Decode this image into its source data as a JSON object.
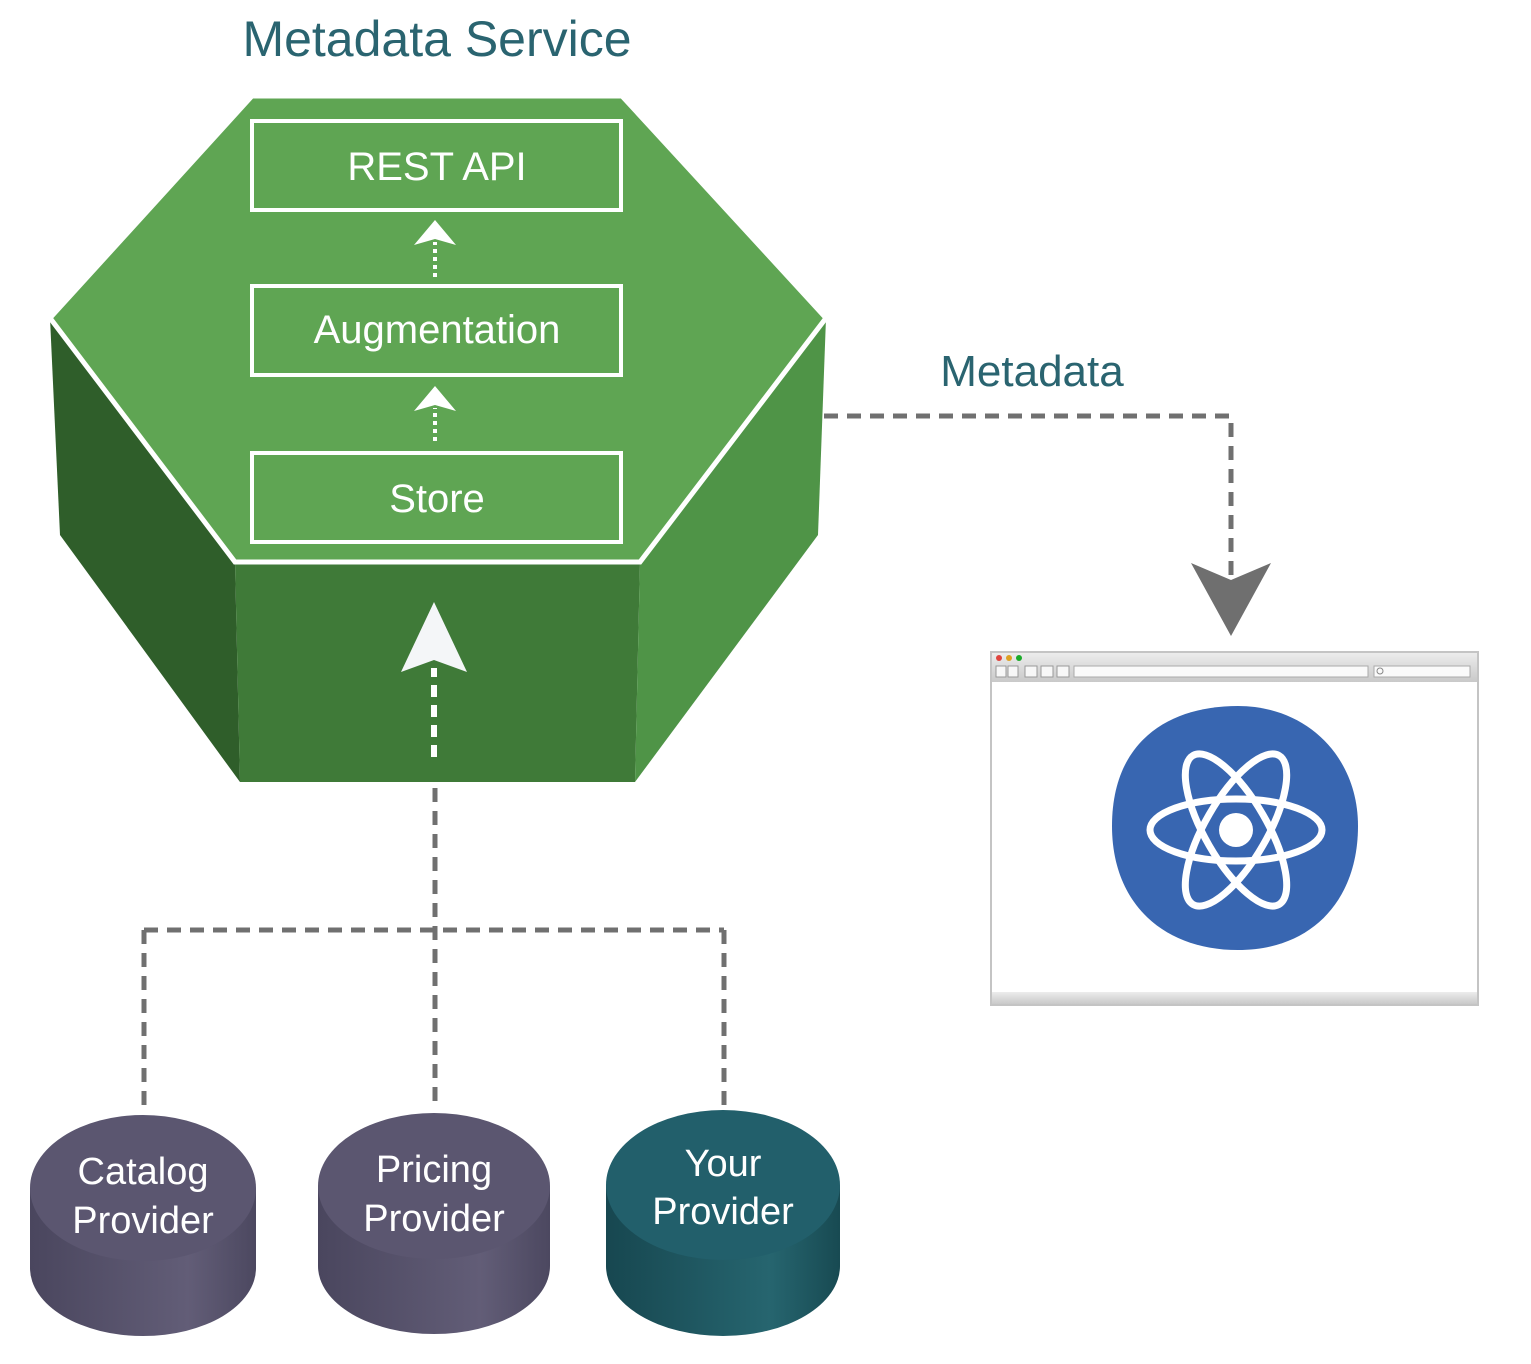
{
  "title": "Metadata Service",
  "layers": [
    {
      "label": "REST API"
    },
    {
      "label": "Augmentation"
    },
    {
      "label": "Store"
    }
  ],
  "edge_label": "Metadata",
  "providers": [
    {
      "lines": [
        "Catalog",
        "Provider"
      ],
      "color": "#5b5670"
    },
    {
      "lines": [
        "Pricing",
        "Provider"
      ],
      "color": "#5b5670"
    },
    {
      "lines": [
        "Your",
        "Provider"
      ],
      "color": "#225f6b"
    }
  ],
  "colors": {
    "hex_top": "#5fa553",
    "hex_front": "#3f7a38",
    "hex_left": "#2f5e2a",
    "hex_right": "#4f9447",
    "title": "#2a6470",
    "connector": "#707070",
    "react_blue": "#3866b1"
  },
  "icons": {
    "browser": "browser-window-icon",
    "react": "react-atom-icon"
  }
}
